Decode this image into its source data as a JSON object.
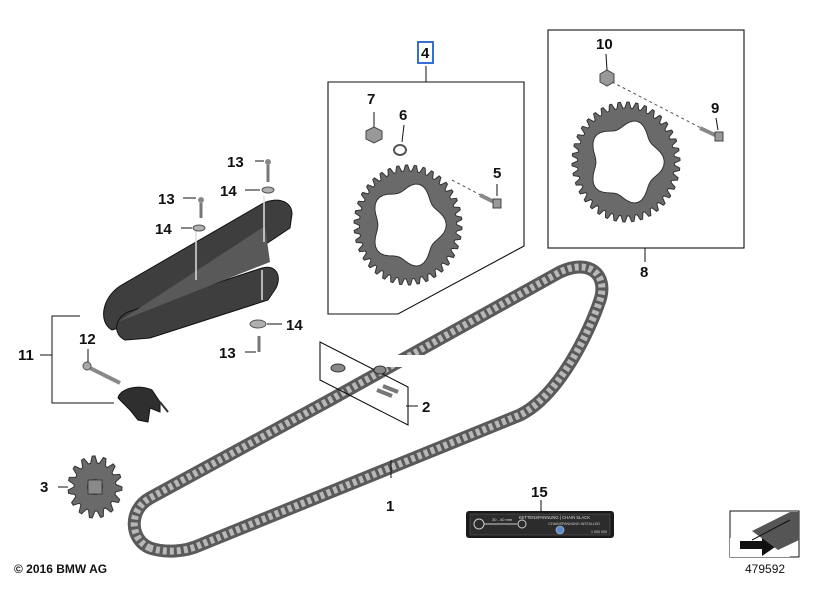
{
  "callouts": [
    {
      "id": "c1",
      "text": "1"
    },
    {
      "id": "c2",
      "text": "2"
    },
    {
      "id": "c3",
      "text": "3"
    },
    {
      "id": "c4",
      "text": "4"
    },
    {
      "id": "c5",
      "text": "5"
    },
    {
      "id": "c6",
      "text": "6"
    },
    {
      "id": "c7",
      "text": "7"
    },
    {
      "id": "c8",
      "text": "8"
    },
    {
      "id": "c9",
      "text": "9"
    },
    {
      "id": "c10",
      "text": "10"
    },
    {
      "id": "c11",
      "text": "11"
    },
    {
      "id": "c12",
      "text": "12"
    },
    {
      "id": "c13a",
      "text": "13"
    },
    {
      "id": "c13b",
      "text": "13"
    },
    {
      "id": "c13c",
      "text": "13"
    },
    {
      "id": "c14a",
      "text": "14"
    },
    {
      "id": "c14b",
      "text": "14"
    },
    {
      "id": "c14c",
      "text": "14"
    },
    {
      "id": "c15",
      "text": "15"
    }
  ],
  "highlighted_callout": "4",
  "highlight_color": "#1f5fd0",
  "copyright": "© 2016 BMW AG",
  "diagram_number": "479592",
  "label_plate": {
    "title": "KETTENSPANNUNG | CHAIN SLACK",
    "subtitle": "CHAINSPANNUNG INSTALLED",
    "range": "30 - 40 mm",
    "code": "1 000 000"
  }
}
